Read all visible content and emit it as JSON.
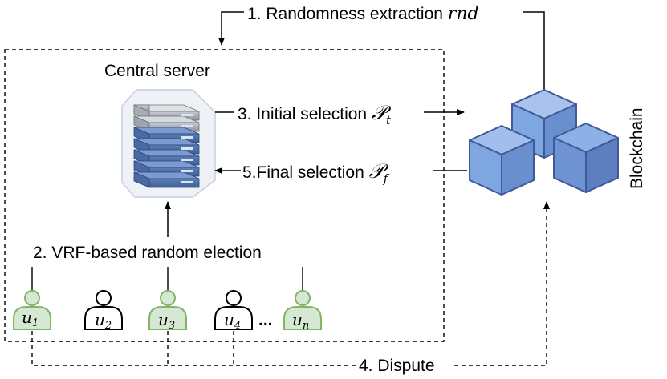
{
  "server": {
    "title": "Central server"
  },
  "blockchain": {
    "title": "Blockchain"
  },
  "steps": {
    "step1": "1. Randomness extraction ",
    "step1_var": "rnd",
    "step2": "2. VRF-based random election",
    "step3": "3. Initial selection ",
    "step3_sym": "𝒫",
    "step3_sub": "t",
    "step4": "4. Dispute",
    "step5": "5.Final selection ",
    "step5_sym": "𝒫",
    "step5_sub": "f"
  },
  "users": [
    {
      "base": "u",
      "sub": "1",
      "selected": true
    },
    {
      "base": "u",
      "sub": "2",
      "selected": false
    },
    {
      "base": "u",
      "sub": "3",
      "selected": true
    },
    {
      "base": "u",
      "sub": "4",
      "selected": false
    },
    {
      "base": "u",
      "sub": "n",
      "selected": true
    }
  ],
  "ellipsis": "...",
  "colors": {
    "selected_fill": "#d5e8d4",
    "selected_stroke": "#82b366",
    "cube_front": "#7ea6e0",
    "cube_stroke": "#3d5a99"
  }
}
